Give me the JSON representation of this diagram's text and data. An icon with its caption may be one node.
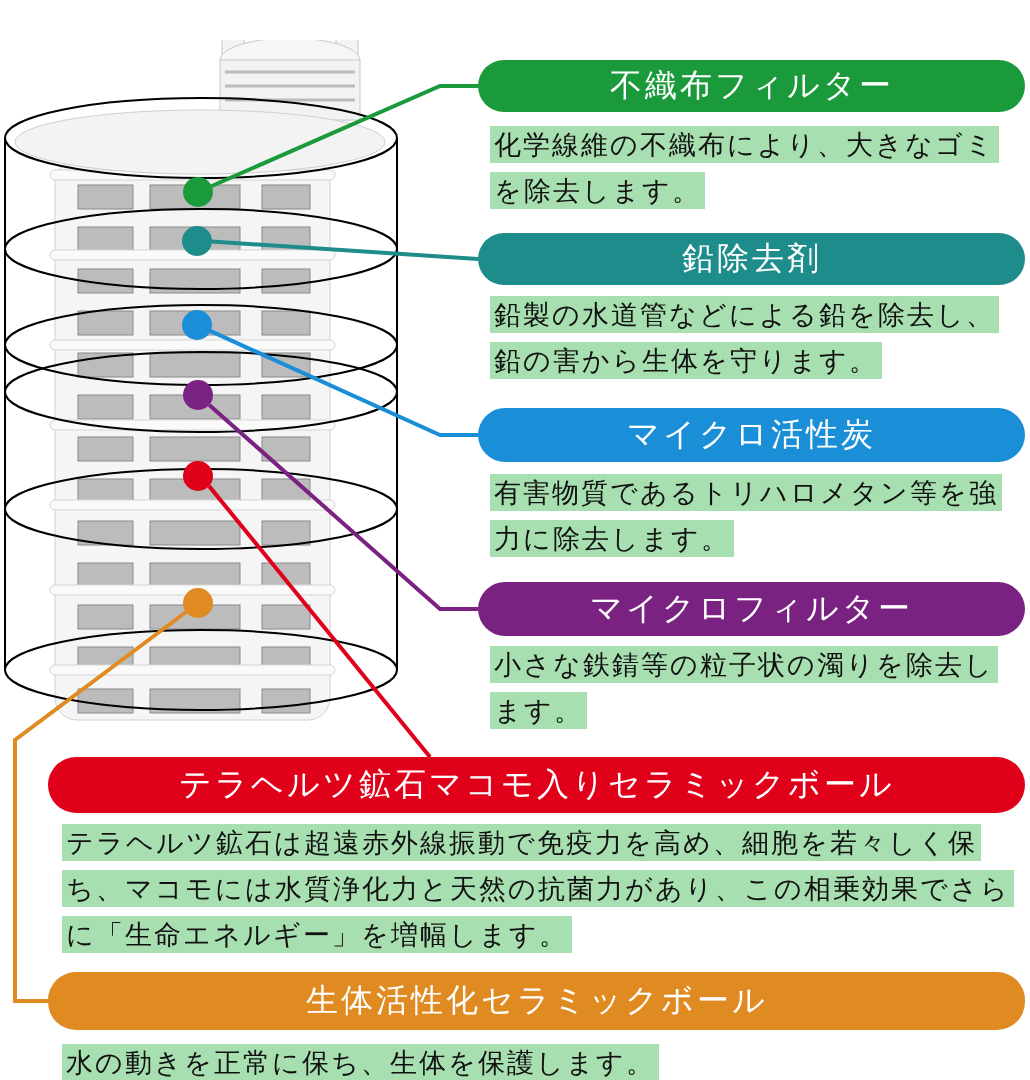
{
  "diagram": {
    "nodes": [
      {
        "text": [],
        "shape": "picture"
      },
      {
        "text": [],
        "shape": "circle",
        "in": 0
      },
      {
        "text": [],
        "shape": "circle",
        "in": 0
      },
      {
        "text": [],
        "shape": "circle",
        "in": 0
      },
      {
        "text": [],
        "shape": "circle",
        "in": 0
      },
      {
        "text": [],
        "shape": "circle",
        "in": 0
      },
      {
        "text": [],
        "shape": "circle",
        "in": 0
      },
      {
        "text": [
          "不織布フィルター"
        ],
        "beside": [
          "化学線維の不織布により、大きなゴミを除去します。"
        ]
      },
      {
        "text": [
          "鉛除去剤"
        ],
        "beside": [
          "鉛製の水道管などによる鉛を除去し、鉛の害から生体を守ります。"
        ]
      },
      {
        "text": [
          "マイクロ活性炭"
        ],
        "beside": [
          "有害物質であるトリハロメタン等を強力に除去します。"
        ]
      },
      {
        "text": [
          "マイクロフィルター"
        ],
        "beside": [
          "小さな鉄錆等の粒子状の濁りを除去します。"
        ]
      },
      {
        "text": [
          "テラヘルツ鉱石マコモ入りセラミックボール"
        ],
        "beside": [
          "テラヘルツ鉱石は超遠赤外線振動で免疫力を高め、細胞を若々しく保ち、マコモには水質浄化力と天然の抗菌力があり、この相乗効果でさらに「生命エネルギー」を増幅します。"
        ]
      },
      {
        "text": [
          "生体活性化セラミックボール"
        ],
        "beside": [
          "水の動きを正常に保ち、生体を保護します。"
        ]
      }
    ],
    "edges": [
      {
        "from": 1,
        "to": 7,
        "arrow": "none",
        "color": "#1a9a3a"
      },
      {
        "from": 2,
        "to": 8,
        "arrow": "none",
        "color": "#1f8c8c"
      },
      {
        "from": 3,
        "to": 9,
        "arrow": "none",
        "color": "#1a8fd8"
      },
      {
        "from": 4,
        "to": 10,
        "arrow": "none",
        "color": "#7a2282"
      },
      {
        "from": 5,
        "to": 11,
        "arrow": "none",
        "color": "#e0001a"
      },
      {
        "from": 6,
        "to": 12,
        "arrow": "none",
        "color": "#e08a22"
      }
    ]
  }
}
